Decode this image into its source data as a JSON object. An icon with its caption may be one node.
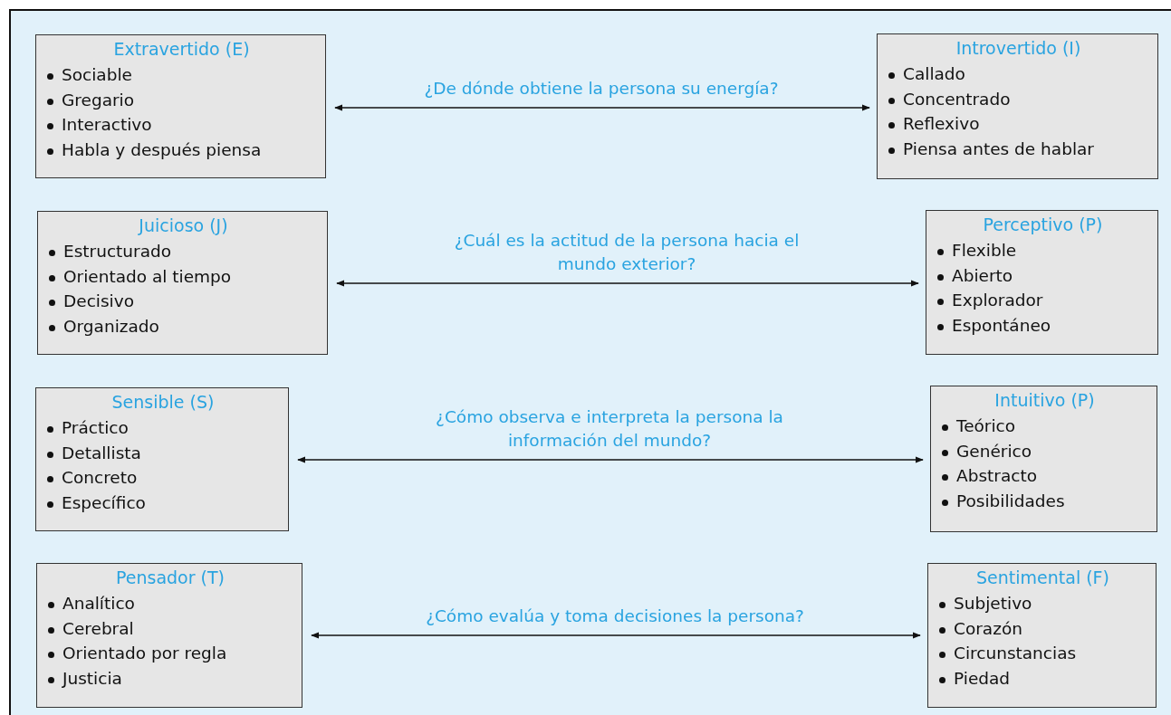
{
  "diagram": {
    "nodes": [
      {
        "text": [
          "Extravertido (E)",
          "Sociable",
          "Gregario",
          "Interactivo",
          "Habla y después piensa"
        ]
      },
      {
        "text": [
          "Introvertido (I)",
          "Callado",
          "Concentrado",
          "Reflexivo",
          "Piensa antes de hablar"
        ]
      },
      {
        "text": [
          "Juicioso (J)",
          "Estructurado",
          "Orientado al tiempo",
          "Decisivo",
          "Organizado"
        ]
      },
      {
        "text": [
          "Perceptivo (P)",
          "Flexible",
          "Abierto",
          "Explorador",
          "Espontáneo"
        ]
      },
      {
        "text": [
          "Sensible (S)",
          "Práctico",
          "Detallista",
          "Concreto",
          "Específico"
        ]
      },
      {
        "text": [
          "Intuitivo (P)",
          "Teórico",
          "Genérico",
          "Abstracto",
          "Posibilidades"
        ]
      },
      {
        "text": [
          "Pensador (T)",
          "Analítico",
          "Cerebral",
          "Orientado por regla",
          "Justicia"
        ]
      },
      {
        "text": [
          "Sentimental (F)",
          "Subjetivo",
          "Corazón",
          "Circunstancias",
          "Piedad"
        ]
      }
    ],
    "edges": [
      {
        "from": 0,
        "to": 1,
        "arrow": "both",
        "label": "¿De dónde obtiene la persona su energía?"
      },
      {
        "from": 2,
        "to": 3,
        "arrow": "both",
        "label": "¿Cuál es la actitud de la persona hacia el mundo exterior?"
      },
      {
        "from": 4,
        "to": 5,
        "arrow": "both",
        "label": "¿Cómo observa e interpreta la persona la información del mundo?"
      },
      {
        "from": 6,
        "to": 7,
        "arrow": "both",
        "label": "¿Cómo evalúa y toma decisiones la persona?"
      }
    ]
  }
}
